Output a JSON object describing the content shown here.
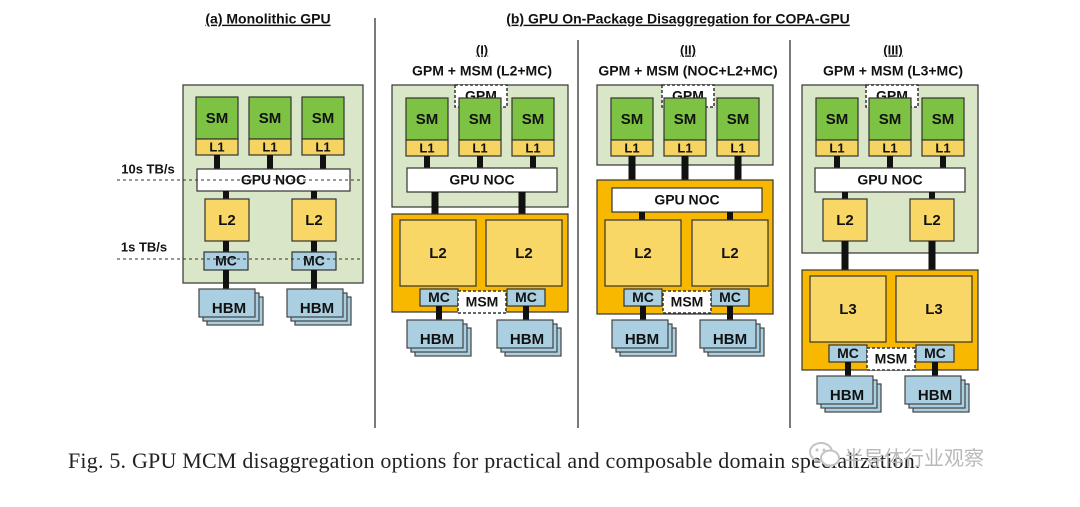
{
  "titles": {
    "monolithic": "(a) Monolithic GPU",
    "disaggregated": "(b) GPU On-Package Disaggregation for COPA-GPU"
  },
  "configs": [
    {
      "roman": "(I)",
      "name": "GPM + MSM (L2+MC)"
    },
    {
      "roman": "(II)",
      "name": "GPM + MSM (NOC+L2+MC)"
    },
    {
      "roman": "(III)",
      "name": "GPM + MSM (L3+MC)"
    }
  ],
  "labels": {
    "sm": "SM",
    "l1": "L1",
    "l2": "L2",
    "l3": "L3",
    "mc": "MC",
    "hbm": "HBM",
    "gpu_noc": "GPU NOC",
    "gpm": "GPM",
    "msm": "MSM"
  },
  "bandwidth": {
    "noc": "10s TB/s",
    "mc": "1s TB/s"
  },
  "caption": "Fig. 5.  GPU MCM disaggregation options for practical and composable domain specialization.",
  "watermark": "半导体行业观察",
  "colors": {
    "gpm_bg": "#d9e6c8",
    "sm": "#7dc242",
    "l1": "#f5d461",
    "l2": "#f9d766",
    "msm_bg": "#f8b800",
    "hbm": "#a9cfe0",
    "mc": "#a9cfe0"
  }
}
